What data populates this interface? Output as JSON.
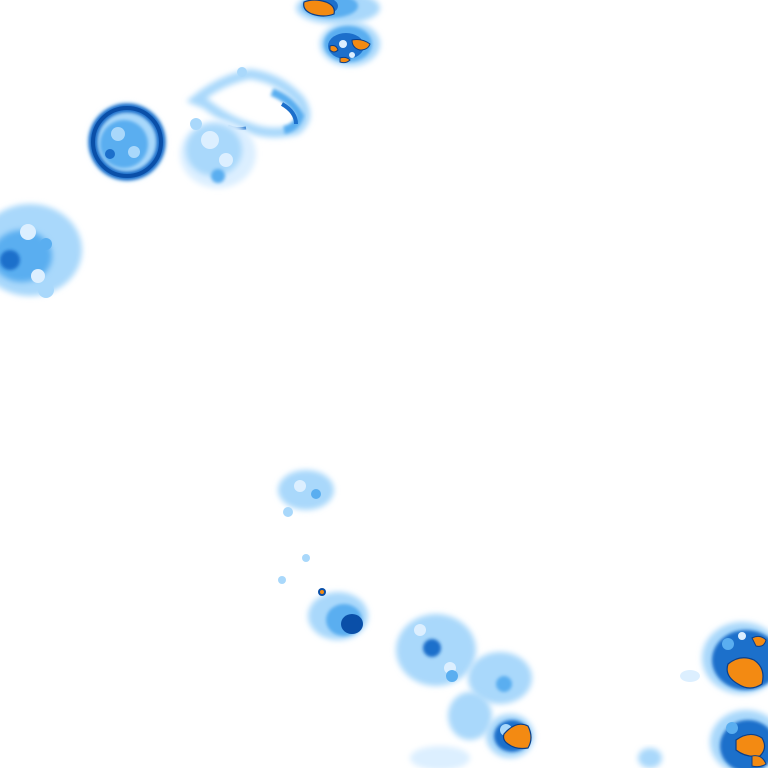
{
  "map": {
    "kind": "precipitation-radar-tile",
    "background_color": "#ffffff",
    "intensity_colors": {
      "very_light": "#dcefff",
      "light": "#a9d8fb",
      "moderate": "#5aaef0",
      "heavy": "#1c6fcb",
      "very_heavy": "#0a4fa8",
      "extreme": "#f38a12",
      "extreme_outline": "#0b3f8a"
    },
    "cells": [
      {
        "name": "cell-top-center-a",
        "peak": "extreme"
      },
      {
        "name": "cell-top-center-b",
        "peak": "extreme"
      },
      {
        "name": "cell-ring-upper",
        "peak": "heavy"
      },
      {
        "name": "cell-round-left",
        "peak": "very_heavy"
      },
      {
        "name": "cell-diffuse-upper-mid",
        "peak": "light"
      },
      {
        "name": "cell-left-edge",
        "peak": "heavy"
      },
      {
        "name": "cell-small-mid",
        "peak": "light"
      },
      {
        "name": "cell-compact-lower",
        "peak": "very_heavy"
      },
      {
        "name": "cell-lower-center",
        "peak": "moderate"
      },
      {
        "name": "cell-lower-right-small",
        "peak": "extreme"
      },
      {
        "name": "cell-bottom-right-a",
        "peak": "extreme"
      },
      {
        "name": "cell-bottom-right-b",
        "peak": "extreme"
      }
    ]
  }
}
